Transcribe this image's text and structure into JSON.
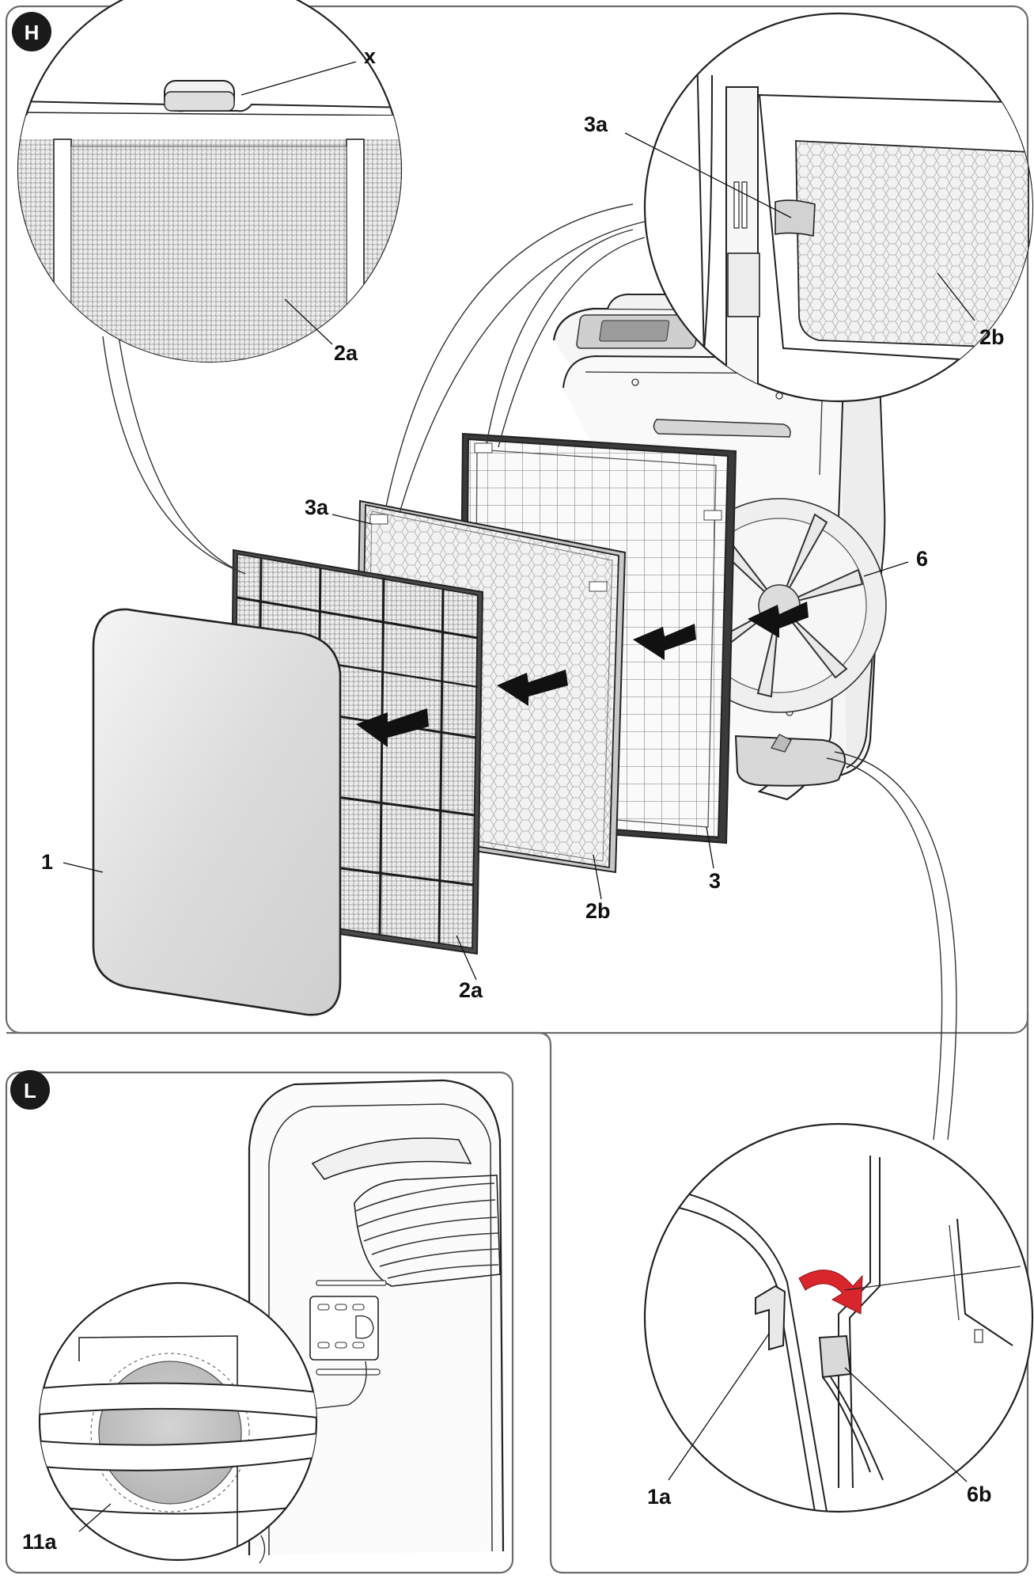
{
  "panels": {
    "h": {
      "badge": "H"
    },
    "l": {
      "badge": "L"
    }
  },
  "labels": {
    "x": "x",
    "top_2a": "2a",
    "top_3a": "3a",
    "top_2b": "2b",
    "mid_3a": "3a",
    "six": "6",
    "one": "1",
    "three": "3",
    "mid_2b": "2b",
    "bottom_2a": "2a",
    "one_a": "1a",
    "six_b": "6b",
    "eleven_a": "11a"
  },
  "colors": {
    "badge": "#1a1a1a",
    "frame": "#6b6b6b",
    "arrow": "#111111",
    "rotate_arrow": "#d8262c",
    "mesh": "#8a8a8a"
  }
}
